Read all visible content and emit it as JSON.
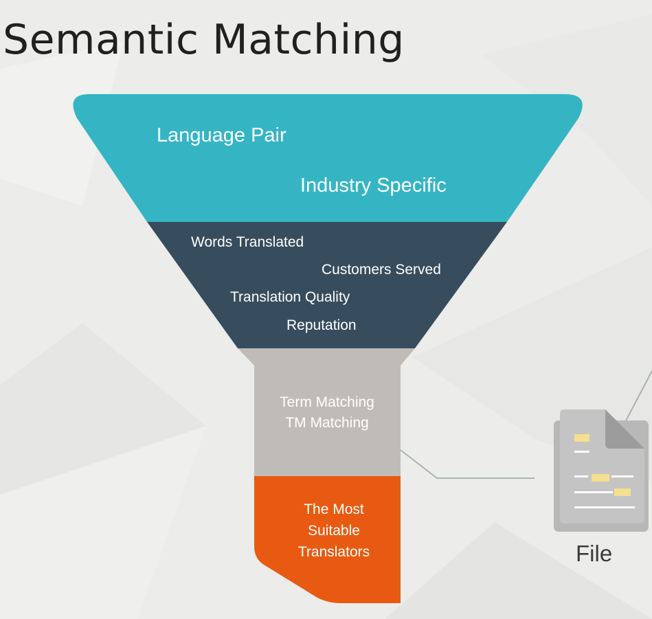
{
  "title": "Semantic Matching",
  "funnel": {
    "stage1": {
      "labels": [
        "Language Pair",
        "Industry Specific"
      ],
      "color": "#35b5c4"
    },
    "stage2": {
      "labels": [
        "Words Translated",
        "Customers Served",
        "Translation Quality",
        "Reputation"
      ],
      "color": "#374d5d"
    },
    "stage3": {
      "labels": [
        "Term Matching",
        "TM Matching"
      ],
      "color": "#bfbcb8"
    },
    "stage4": {
      "labels": [
        "The Most",
        "Suitable",
        "Translators"
      ],
      "color": "#e85a12"
    }
  },
  "file": {
    "label": "File",
    "icon": "document-icon"
  },
  "colors": {
    "background": "#ececea",
    "connector": "#a9b2b4",
    "file_icon": "#c4c4c4",
    "file_highlight": "#f4e08e"
  }
}
